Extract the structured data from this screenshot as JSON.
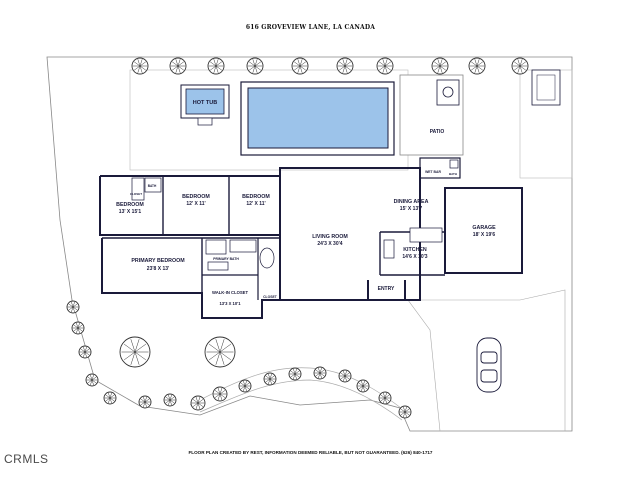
{
  "title": "616 GROVEVIEW LANE, LA CANADA",
  "footer": "FLOOR PLAN CREATED BY REST, INFORMATION DEEMED RELIABLE, BUT NOT GUARANTEED. (626) 840-1717",
  "watermark": "CRMLS",
  "rooms": {
    "hot_tub": "HOT TUB",
    "patio": "PATIO",
    "wet_bar": "WET BAR",
    "bath_top": "BATH",
    "bath_small": "BATH",
    "closet_a": "CLOSET",
    "bedroom1": {
      "name": "BEDROOM",
      "dims": "13' X 15'1"
    },
    "bedroom2": {
      "name": "BEDROOM",
      "dims": "12' X 11'"
    },
    "bedroom3": {
      "name": "BEDROOM",
      "dims": "12' X 11'"
    },
    "dining": {
      "name": "DINING AREA",
      "dims": "15' X 13'7"
    },
    "garage": {
      "name": "GARAGE",
      "dims": "18' X 19'6"
    },
    "living": {
      "name": "LIVING ROOM",
      "dims": "24'3 X 30'4"
    },
    "kitchen": {
      "name": "KITCHEN",
      "dims": "14'6 X 10'3"
    },
    "primary_bedroom": {
      "name": "PRIMARY BEDROOM",
      "dims": "23'8 X 13'"
    },
    "primary_bath": "PRIMARY BATH",
    "walkin": {
      "name": "WALK-IN CLOSET",
      "dims": "13'3 X 10'1"
    },
    "closet_b": "CLOSET",
    "entry": "ENTRY"
  },
  "colors": {
    "wall": "#1a1a3a",
    "pool": "#9cc3ea",
    "tree_stroke": "#333333"
  }
}
